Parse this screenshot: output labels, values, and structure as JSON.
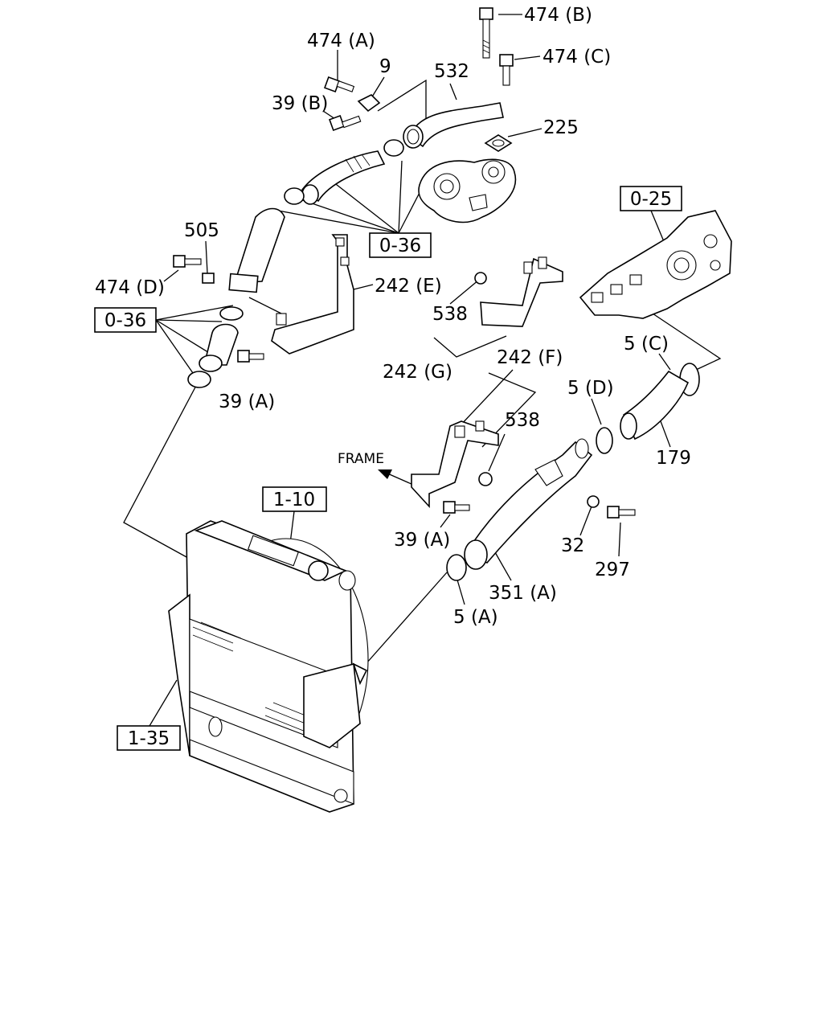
{
  "labels": {
    "bolt_474b": "474 (B)",
    "bolt_474a": "474 (A)",
    "bolt_474c": "474 (C)",
    "clip_9": "9",
    "hose_532": "532",
    "bolt_39b": "39 (B)",
    "gasket_225": "225",
    "spacer_505": "505",
    "bolt_474d": "474 (D)",
    "bracket_242e": "242 (E)",
    "nut_538_top": "538",
    "bracket_242g": "242 (G)",
    "bracket_242f": "242 (F)",
    "clamp_5c": "5 (C)",
    "clamp_5d": "5 (D)",
    "hose_179": "179",
    "nut_538_mid": "538",
    "bolt_39a_left": "39 (A)",
    "bolt_39a_mid": "39 (A)",
    "washer_32": "32",
    "bolt_297": "297",
    "pipe_351a": "351 (A)",
    "clamp_5a": "5 (A)",
    "frame_arrow": "FRAME"
  },
  "refs": {
    "ref_0_36_top": "0-36",
    "ref_0_36_left": "0-36",
    "ref_0_25": "0-25",
    "ref_1_10": "1-10",
    "ref_1_35": "1-35"
  }
}
